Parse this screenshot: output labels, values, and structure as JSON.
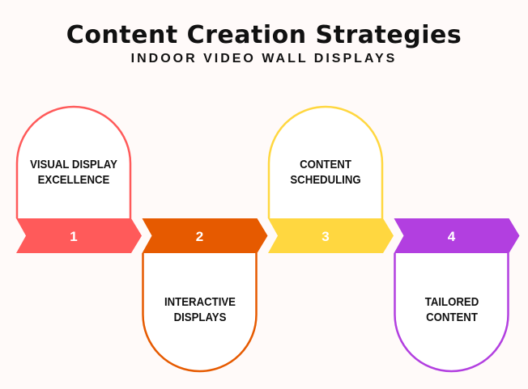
{
  "header": {
    "title": "Content Creation Strategies",
    "subtitle": "INDOOR VIDEO WALL DISPLAYS"
  },
  "steps": [
    {
      "number": "1",
      "label_line1": "VISUAL DISPLAY",
      "label_line2": "EXCELLENCE",
      "color": "#ff5a5a",
      "position": "top"
    },
    {
      "number": "2",
      "label_line1": "INTERACTIVE",
      "label_line2": "DISPLAYS",
      "color": "#e65a00",
      "position": "bottom"
    },
    {
      "number": "3",
      "label_line1": "CONTENT",
      "label_line2": "SCHEDULING",
      "color": "#ffd740",
      "position": "top"
    },
    {
      "number": "4",
      "label_line1": "TAILORED",
      "label_line2": "CONTENT",
      "color": "#b23fe0",
      "position": "bottom"
    }
  ]
}
